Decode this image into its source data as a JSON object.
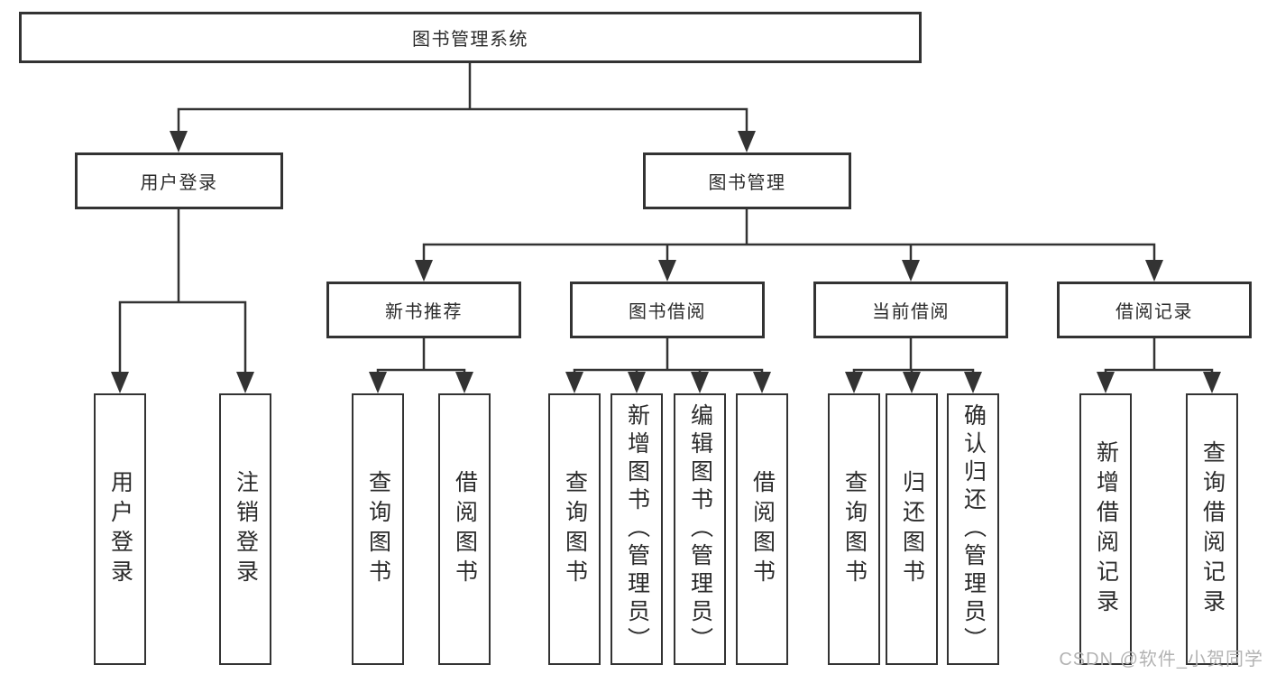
{
  "diagram_type": "hierarchy-chart",
  "colors": {
    "line": "#333333",
    "box_border": "#333333",
    "box_fill": "#ffffff",
    "text": "#2b2b2b",
    "watermark": "#b3b3b3",
    "background": "#ffffff"
  },
  "watermark": {
    "text": "CSDN @软件_小贺同学"
  },
  "tree": {
    "label": "图书管理系统",
    "children": [
      {
        "label": "用户登录",
        "children": [
          {
            "label": "用户登录"
          },
          {
            "label": "注销登录"
          }
        ]
      },
      {
        "label": "图书管理",
        "children": [
          {
            "label": "新书推荐",
            "children": [
              {
                "label": "查询图书"
              },
              {
                "label": "借阅图书"
              }
            ]
          },
          {
            "label": "图书借阅",
            "children": [
              {
                "label": "查询图书"
              },
              {
                "label": "新增图书（管理员）"
              },
              {
                "label": "编辑图书（管理员）"
              },
              {
                "label": "借阅图书"
              }
            ]
          },
          {
            "label": "当前借阅",
            "children": [
              {
                "label": "查询图书"
              },
              {
                "label": "归还图书"
              },
              {
                "label": "确认归还（管理员）"
              }
            ]
          },
          {
            "label": "借阅记录",
            "children": [
              {
                "label": "新增借阅记录"
              },
              {
                "label": "查询借阅记录"
              }
            ]
          }
        ]
      }
    ]
  }
}
